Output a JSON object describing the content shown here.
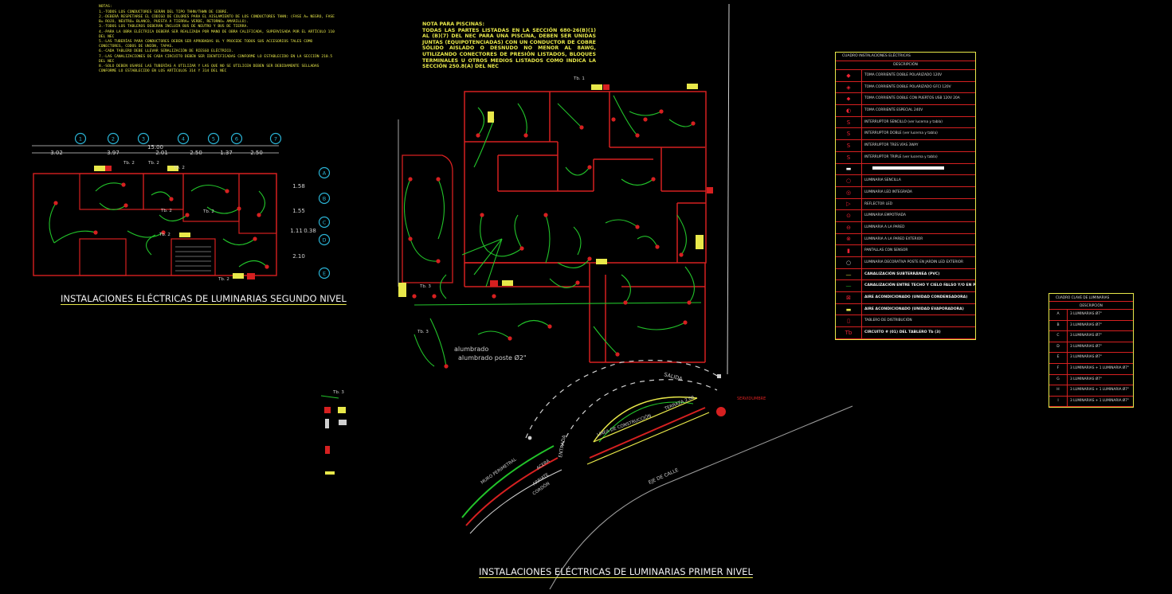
{
  "notes": {
    "heading": "NOTAS:",
    "items": [
      "1.-TODOS LOS CONDUCTORES SERÁN DEL TIPO THHN/THWN DE COBRE.",
      "2.-DEBERÁ RESPETARSE EL CÓDIGO DE COLORES PARA EL AISLAMIENTO DE LOS CONDUCTORES THHN: (FASE A= NEGRO, FASE B= ROJO, NEUTRO= BLANCO, PUESTA A TIERRA= VERDE, RETORNO= AMARILLO).",
      "3.-TODOS LOS TABLEROS DEBERÁN INCLUIR BUS DE NEUTRO Y BUS DE TIERRA.",
      "4.-PARA LA OBRA ELÉCTRICA DEBERÁ SER REALIZADA POR MANO DE OBRA CALIFICADA, SUPERVISADA POR EL ARTÍCULO 110 DEL NEC",
      "5.-LAS TUBERÍAS PARA CONDUCTORES DEBEN SER APROBADAS UL Y PROCEDE TODOS SUS ACCESORIOS TALES COMO CONECTORES, CODOS DE UNIÓN, TAPAS.",
      "6.-CADA TABLERO DEBE LLEVAR SEÑALIZACIÓN DE RIESGO ELÉCTRICO.",
      "7.-LAS CANALIZACIONES DE CADA CIRCUITO DEBEN SER IDENTIFICADAS CONFORME LO ESTABLECIDO EN LA SECCIÓN 210.5 DEL NEC",
      "8.-SOLO DEBEN USARSE LAS TUBERÍAS A UTILIZAR Y LAS QUE NO SE UTILICEN DEBEN SER DEBIDAMENTE SELLADAS CONFORME LO ESTABLECIDO EN LOS ARTÍCULOS 314 Y 314 DEL NEC"
    ]
  },
  "pool_note": {
    "title": "NOTA PARA PISCINAS:",
    "text": "TODAS LAS PARTES LISTADAS EN LA SECCIÓN 680-26(B)(1) AL (B)(7) DEL NEC PARA UNA PISCINA, DEBEN SER UNIDAS JUNTAS (EQUIPOTENCIADAS) CON UN CONDUCTOR DE COBRE SÓLIDO AISLADO O DESNUDO NO MENOR AL 8AWG, UTILIZANDO CONECTORES DE PRESIÓN LISTADOS, BLOQUES TERMINALES U OTROS MEDIOS LISTADOS COMO INDICA LA SECCIÓN 250.8(A) DEL NEC"
  },
  "titles": {
    "second_floor": "INSTALACIONES ELÉCTRICAS DE LUMINARIAS SEGUNDO NIVEL",
    "first_floor": "INSTALACIONES ELÉCTRICAS DE LUMINARIAS PRIMER NIVEL"
  },
  "second_floor": {
    "axes_top": [
      "1",
      "2",
      "3",
      "4",
      "5",
      "6",
      "7"
    ],
    "axes_right": [
      "A",
      "B",
      "C",
      "D",
      "E"
    ],
    "dims_top": [
      "3.02",
      "3.97",
      "2.01",
      "2.50",
      "1.37",
      "2.50"
    ],
    "dim_total": "15.00",
    "dims_right": [
      "1.58",
      "1.55",
      "1.11",
      "0.38",
      "2.10"
    ],
    "panel_label": "Tb. 2"
  },
  "site_labels": {
    "lighting_post": "alumbrado poste Ø2\"",
    "exit": "SALIDA",
    "entrance": "ENTRADA",
    "perimeter_wall": "MURO PERIMETRAL",
    "sidewalk": "ACERA",
    "garden": "ARRIATE",
    "curb": "CORDÓN",
    "street_axis": "EJE DE CALLE",
    "construction_line": "LÍNEA DE CONSTRUCCIÓN",
    "terraza": "TERRAZA 2.00",
    "adjoining": "SERVIDUMBRE",
    "panel_tb3": "Tb. 3",
    "panel_tb1": "Tb. 1"
  },
  "legend": {
    "header": "CUADRO INSTALACIONES ELÉCTRICAS",
    "subheader": "DESCRIPCIÓN",
    "rows": [
      {
        "symbol": "outlet-single-icon",
        "text": "TOMA CORRIENTE DOBLE POLARIZADO 120V",
        "style": "n"
      },
      {
        "symbol": "outlet-gfci-icon",
        "text": "TOMA CORRIENTE DOBLE POLARIZADO GFCI 120V",
        "style": "n"
      },
      {
        "symbol": "outlet-usb-icon",
        "text": "TOMA CORRIENTE DOBLE CON PUERTOS USB 120V 20A",
        "style": "n"
      },
      {
        "symbol": "outlet-special-icon",
        "text": "TOMA CORRIENTE ESPECIAL 240V",
        "style": "n"
      },
      {
        "symbol": "switch-single-icon",
        "text": "INTERRUPTOR SENCILLO (ver lucerna y tabla)",
        "style": "n"
      },
      {
        "symbol": "switch-double-icon",
        "text": "INTERRUPTOR DOBLE (ver lucerna y tabla)",
        "style": "n"
      },
      {
        "symbol": "switch-threeway-icon",
        "text": "INTERRUPTOR TRES VÍAS 3WAY",
        "style": "n"
      },
      {
        "symbol": "switch-triple-icon",
        "text": "INTERRUPTOR TRIPLE (ver lucerna y tabla)",
        "style": "n"
      },
      {
        "symbol": "panel-bar-icon",
        "text": "",
        "style": "n"
      },
      {
        "symbol": "luminaire-single-icon",
        "text": "LUMINARIA SENCILLA",
        "style": "n"
      },
      {
        "symbol": "luminaire-led-icon",
        "text": "LUMINARIA LED INTEGRADA",
        "style": "n"
      },
      {
        "symbol": "reflector-icon",
        "text": "REFLECTOR LED",
        "style": "n"
      },
      {
        "symbol": "recessed-icon",
        "text": "LUMINARIA EMPOTRADA",
        "style": "n"
      },
      {
        "symbol": "wall-light-icon",
        "text": "LUMINARIA A LA PARED",
        "style": "n"
      },
      {
        "symbol": "wall-high-icon",
        "text": "LUMINARIA A LA PARED EXTERIOR",
        "style": "n"
      },
      {
        "symbol": "sensor-icon",
        "text": "PANTALLAS CON SENSOR",
        "style": "n"
      },
      {
        "symbol": "decorative-icon",
        "text": "LUMINARIA DECORATIVA POSTE EN JARDIN LED EXTERIOR",
        "style": "n"
      },
      {
        "symbol": "underground-icon",
        "text": "CANALIZACIÓN SUBTERRÁNEA (PVC)",
        "style": "y"
      },
      {
        "symbol": "ceiling-conduit-icon",
        "text": "CANALIZACIÓN ENTRE TECHO Y CIELO FALSO Y/O EN PARED (EMT)",
        "style": "y"
      },
      {
        "symbol": "ac-condenser-icon",
        "text": "AIRE ACONDICIONADO (UNIDAD CONDENSADORA)",
        "style": "y"
      },
      {
        "symbol": "ac-evaporator-icon",
        "text": "AIRE ACONDICIONADO (UNIDAD EVAPORADORA)",
        "style": "y"
      },
      {
        "symbol": "panel-icon",
        "text": "TABLERO DE DISTRIBUCIÓN",
        "style": "n"
      },
      {
        "symbol": "circuit-tag-icon",
        "text": "CIRCUITO # (01) DEL TABLERO Tb (3)",
        "style": "y"
      }
    ]
  },
  "legend2": {
    "header": "CUADRO CLAVE DE LUMINARIAS",
    "subheader": "DESCRIPCIÓN",
    "rows": [
      {
        "n": "A",
        "text": "3 LUMINARIAS Ø7\""
      },
      {
        "n": "B",
        "text": "3 LUMINARIAS Ø7\""
      },
      {
        "n": "C",
        "text": "3 LUMINARIAS Ø7\""
      },
      {
        "n": "D",
        "text": "3 LUMINARIAS Ø7\""
      },
      {
        "n": "E",
        "text": "3 LUMINARIAS Ø7\""
      },
      {
        "n": "F",
        "text": "3 LUMINARIAS + 1 LUMINARIA Ø7\""
      },
      {
        "n": "G",
        "text": "3 LUMINARIAS Ø7\""
      },
      {
        "n": "H",
        "text": "3 LUMINARIAS + 1 LUMINARIA Ø7\""
      },
      {
        "n": "I",
        "text": "3 LUMINARIAS + 1 LUMINARIA Ø7\""
      }
    ]
  },
  "colors": {
    "wall": "#d62020",
    "circuit": "#22c32a",
    "annotation": "#e8e84a",
    "axis": "#2bb4d6",
    "dim": "#d0d0d0",
    "background": "#000000"
  }
}
